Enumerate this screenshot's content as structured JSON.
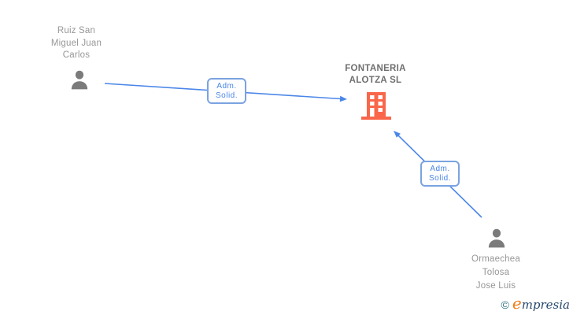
{
  "diagram": {
    "background_color": "#ffffff",
    "edge_color": "#4a86e8",
    "edge_label_border_color": "#7aa3e0",
    "company": {
      "name_lines": [
        "FONTANERIA",
        "ALOTZA SL"
      ],
      "icon": "building-icon",
      "icon_color": "#f9664a",
      "name_color": "#6f6f6f"
    },
    "persons": [
      {
        "name_lines": [
          "Ruiz San",
          "Miguel Juan",
          "Carlos"
        ],
        "icon": "person-icon",
        "icon_color": "#7b7b7b",
        "name_color": "#979797"
      },
      {
        "name_lines": [
          "Ormaechea",
          "Tolosa",
          "Jose Luis"
        ],
        "icon": "person-icon",
        "icon_color": "#7b7b7b",
        "name_color": "#979797"
      }
    ],
    "edges": [
      {
        "from": "Ruiz San Miguel Juan Carlos",
        "to": "FONTANERIA ALOTZA SL",
        "label_lines": [
          "Adm.",
          "Solid."
        ]
      },
      {
        "from": "Ormaechea Tolosa Jose Luis",
        "to": "FONTANERIA ALOTZA SL",
        "label_lines": [
          "Adm.",
          "Solid."
        ]
      }
    ]
  },
  "watermark": {
    "copyright_symbol": "©",
    "brand_initial": "e",
    "brand_rest": "mpresia"
  }
}
